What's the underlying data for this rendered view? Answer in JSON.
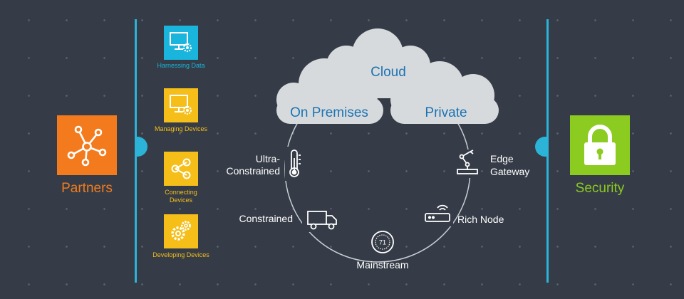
{
  "colors": {
    "background": "#353c47",
    "accent_line": "#2bb3d8",
    "partners": "#f37b1d",
    "security": "#8ccb1f",
    "harnessing": "#19b5dc",
    "device_tiles": "#f5be19",
    "cloud": "#d7dadd",
    "cloud_text": "#1b73b3"
  },
  "partners": {
    "label": "Partners",
    "icon": "network-hub-icon"
  },
  "security": {
    "label": "Security",
    "icon": "padlock-icon"
  },
  "left_stack": [
    {
      "label": "Harnessing Data",
      "icon": "monitor-gear-icon"
    },
    {
      "label": "Managing Devices",
      "icon": "monitor-gear-icon"
    },
    {
      "label": "Connecting Devices",
      "icon": "share-icon"
    },
    {
      "label": "Developing Devices",
      "icon": "gears-icon"
    }
  ],
  "clouds": {
    "top": "Cloud",
    "left": "On Premises",
    "right": "Private"
  },
  "ring_nodes": {
    "ultra_constrained": {
      "line1": "Ultra-",
      "line2": "Constrained",
      "icon": "thermometer-icon"
    },
    "constrained": {
      "label": "Constrained",
      "icon": "truck-icon"
    },
    "mainstream": {
      "label": "Mainstream",
      "icon": "thermostat-icon",
      "reading": "71"
    },
    "rich_node": {
      "label": "Rich Node",
      "icon": "router-icon"
    },
    "edge_gateway": {
      "line1": "Edge",
      "line2": "Gateway",
      "icon": "robot-arm-icon"
    }
  }
}
